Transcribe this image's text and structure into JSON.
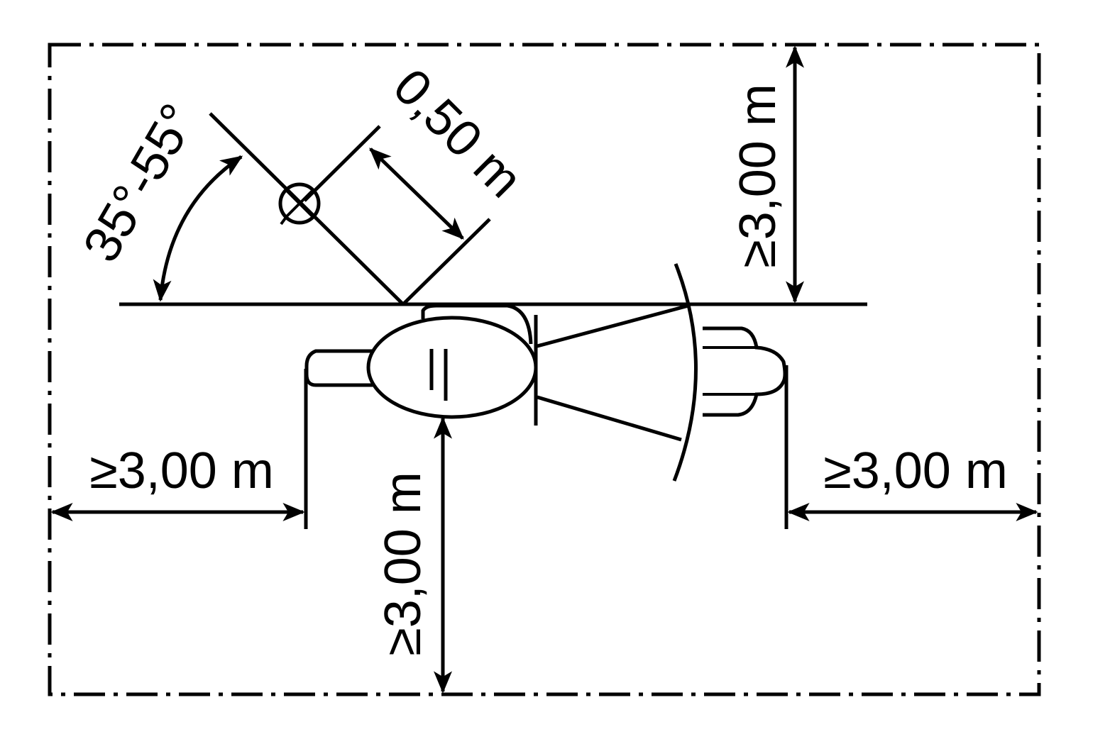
{
  "labels": {
    "angle_range": "35°-55°",
    "offset": "0,50 m",
    "top_clearance": "≥3,00 m",
    "left_clearance": "≥3,00 m",
    "right_clearance": "≥3,00 m",
    "bottom_clearance": "≥3,00 m"
  },
  "colors": {
    "ink": "#000000",
    "background": "#ffffff"
  },
  "icons": {
    "lamp_symbol": "circle-with-x",
    "machine": "motor-driven-machine-plan-view"
  }
}
